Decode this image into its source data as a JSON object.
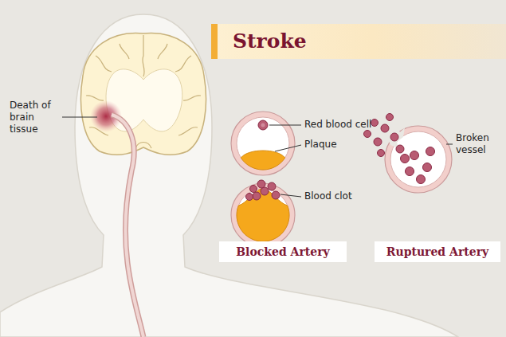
{
  "diagram": {
    "title": "Stroke",
    "nodes": [
      {
        "text": [
          "Blocked Artery"
        ]
      },
      {
        "text": [
          "Ruptured Artery"
        ]
      }
    ],
    "labels": [
      "Death of brain tissue",
      "Red blood cell",
      "Plaque",
      "Blood clot",
      "Broken vessel"
    ]
  }
}
